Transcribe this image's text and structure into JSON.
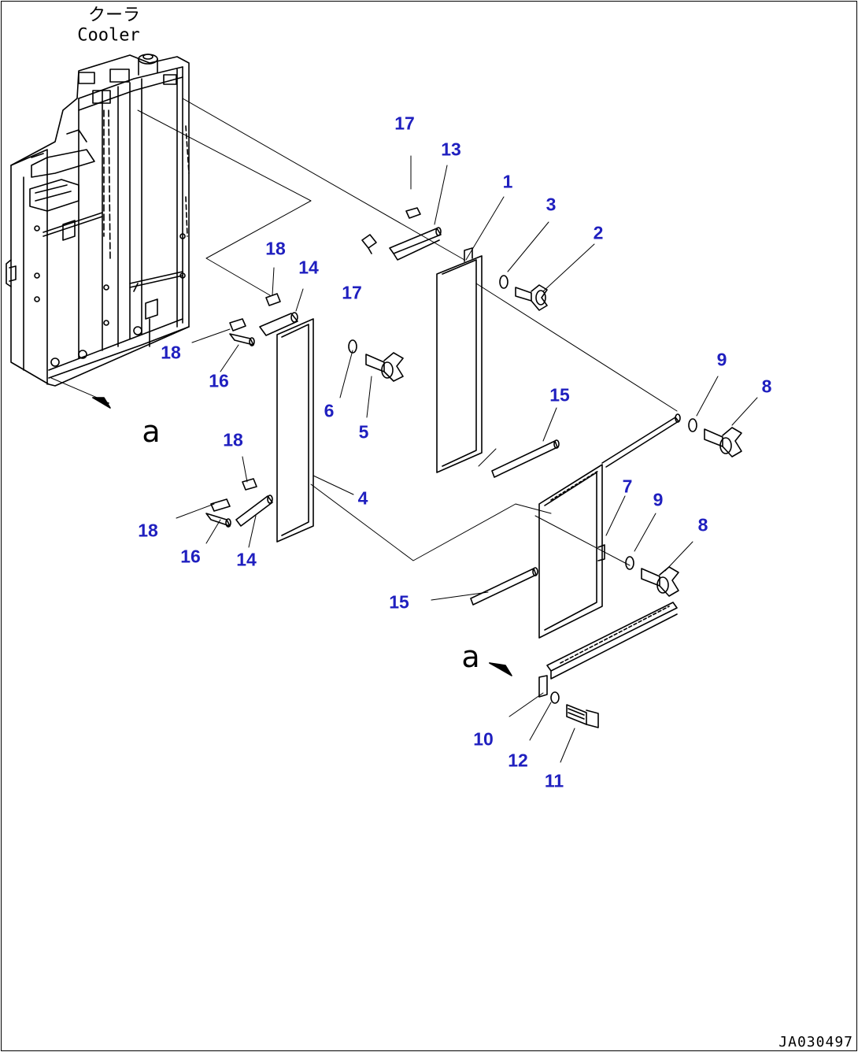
{
  "header": {
    "title_jp": "クーラ",
    "title_en": "Cooler"
  },
  "view_markers": [
    "a",
    "a"
  ],
  "drawing_id": "JA030497",
  "colors": {
    "callout": "#1f1fbf",
    "line": "#000000",
    "background": "#ffffff"
  },
  "callouts": [
    "17",
    "13",
    "1",
    "3",
    "2",
    "18",
    "14",
    "17",
    "18",
    "16",
    "6",
    "5",
    "9",
    "8",
    "15",
    "18",
    "4",
    "18",
    "16",
    "14",
    "7",
    "9",
    "8",
    "15",
    "10",
    "12",
    "11"
  ]
}
